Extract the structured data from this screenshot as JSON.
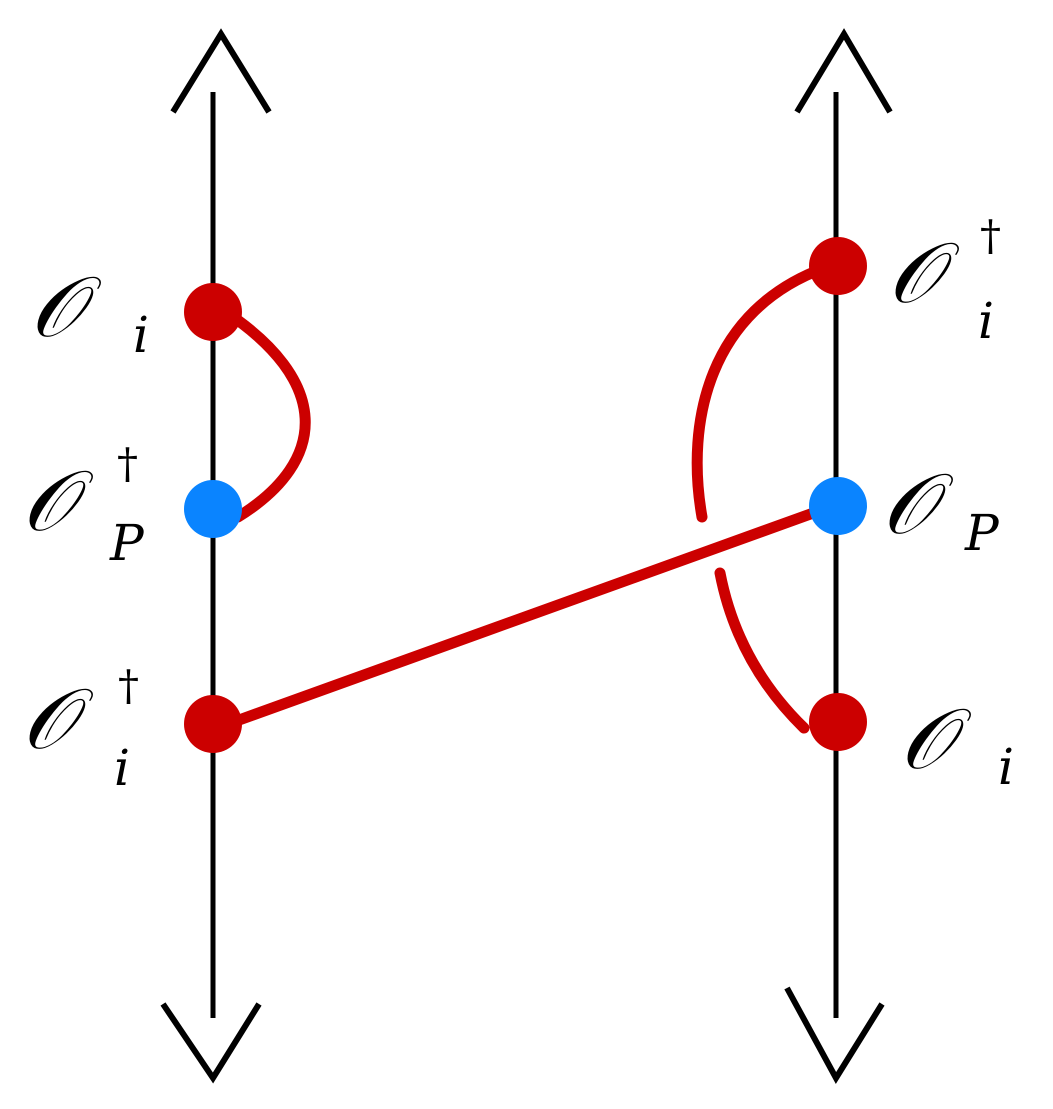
{
  "diagram": {
    "operator_symbol": "𝒪",
    "colors": {
      "axis": "#000000",
      "wick": "#cc0000",
      "operator_red": "#cc0000",
      "operator_blue": "#0a84ff",
      "background": "#ffffff"
    },
    "left_line": {
      "top_label": {
        "base": "𝒪",
        "sub": "i",
        "sup": ""
      },
      "middle_label": {
        "base": "𝒪",
        "sub": "P",
        "sup": "†"
      },
      "bottom_label": {
        "base": "𝒪",
        "sub": "i",
        "sup": "†"
      }
    },
    "right_line": {
      "top_label": {
        "base": "𝒪",
        "sub": "i",
        "sup": "†"
      },
      "middle_label": {
        "base": "𝒪",
        "sub": "P",
        "sup": ""
      },
      "bottom_label": {
        "base": "𝒪",
        "sub": "i",
        "sup": ""
      }
    }
  }
}
